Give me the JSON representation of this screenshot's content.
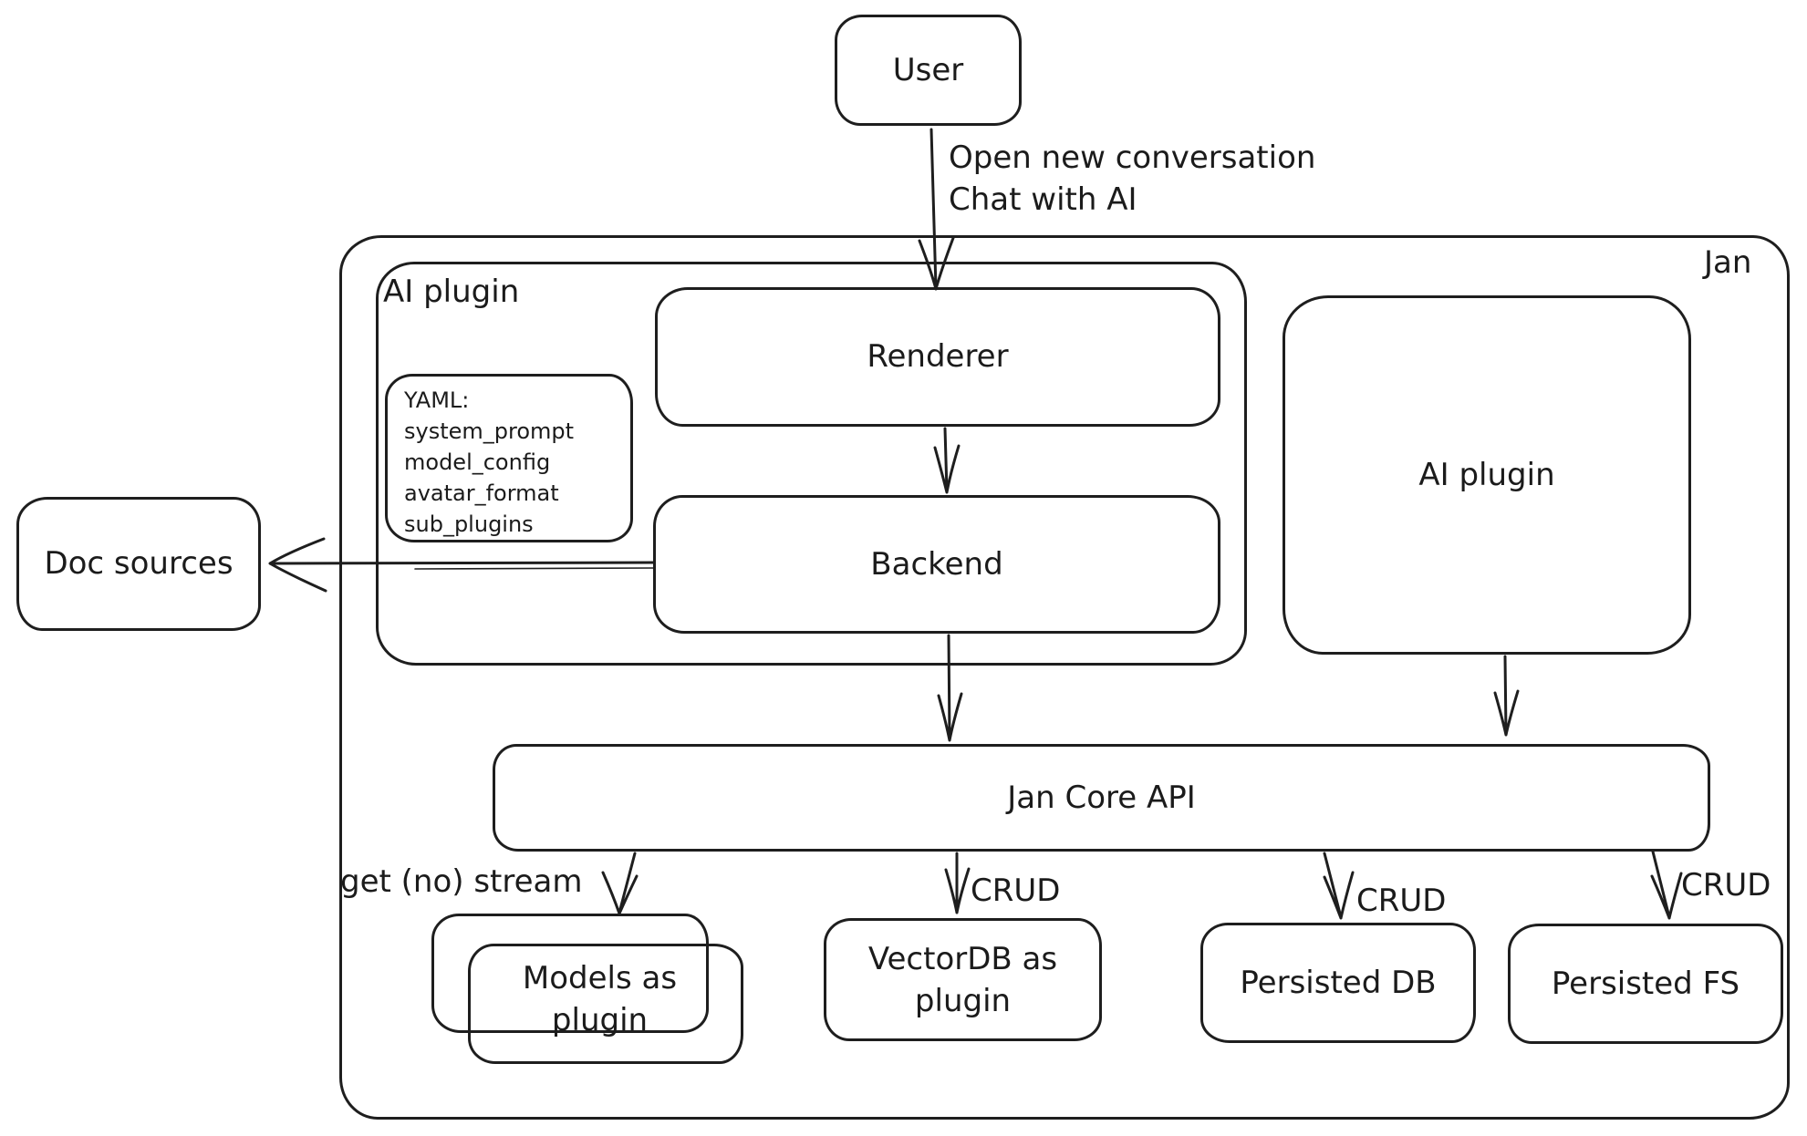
{
  "colors": {
    "stroke": "#1e1e1e",
    "background": "#ffffff",
    "text": "#1b1b1b"
  },
  "nodes": {
    "user": {
      "label": "User"
    },
    "jan": {
      "label": "Jan"
    },
    "ai_plugin_group": {
      "label": "AI plugin"
    },
    "yaml_note": {
      "lines": [
        "YAML:",
        "system_prompt",
        "model_config",
        "avatar_format",
        "sub_plugins"
      ]
    },
    "renderer": {
      "label": "Renderer"
    },
    "backend": {
      "label": "Backend"
    },
    "ai_plugin_right": {
      "label": "AI plugin"
    },
    "doc_sources": {
      "label": "Doc sources"
    },
    "jan_core_api": {
      "label": "Jan Core API"
    },
    "models_as_plugin": {
      "label": "Models as plugin"
    },
    "vectordb_as_plugin": {
      "label": "VectorDB as plugin"
    },
    "persisted_db": {
      "label": "Persisted DB"
    },
    "persisted_fs": {
      "label": "Persisted FS"
    }
  },
  "edge_labels": {
    "user_flow_line1": "Open new conversation",
    "user_flow_line2": "Chat with AI",
    "get_no_stream": "get (no) stream",
    "crud_vectordb": "CRUD",
    "crud_persisted_db": "CRUD",
    "crud_persisted_fs": "CRUD"
  }
}
